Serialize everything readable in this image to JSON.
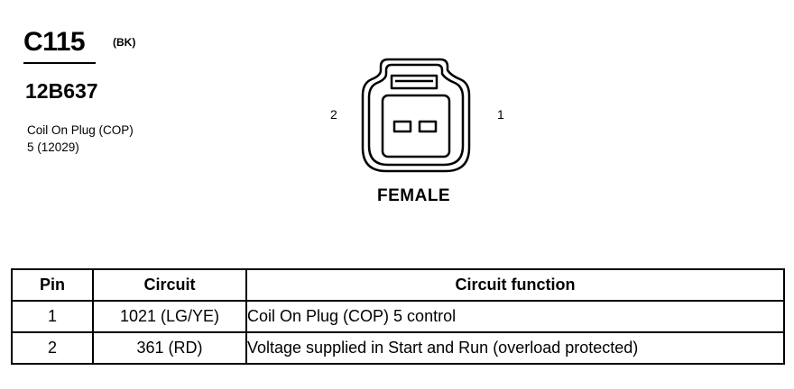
{
  "connector": {
    "id": "C115",
    "color": "(BK)",
    "part_number": "12B637",
    "description_lines": [
      "Coil On Plug (COP)",
      "5 (12029)"
    ],
    "pin_labels": {
      "left": "2",
      "right": "1"
    },
    "gender": "FEMALE"
  },
  "table": {
    "headers": {
      "pin": "Pin",
      "circuit": "Circuit",
      "function": "Circuit function"
    },
    "rows": [
      {
        "pin": "1",
        "circuit": "1021 (LG/YE)",
        "function": "Coil On Plug (COP) 5  control"
      },
      {
        "pin": "2",
        "circuit": "361 (RD)",
        "function": "Voltage supplied in Start and Run (overload protected)"
      }
    ]
  }
}
